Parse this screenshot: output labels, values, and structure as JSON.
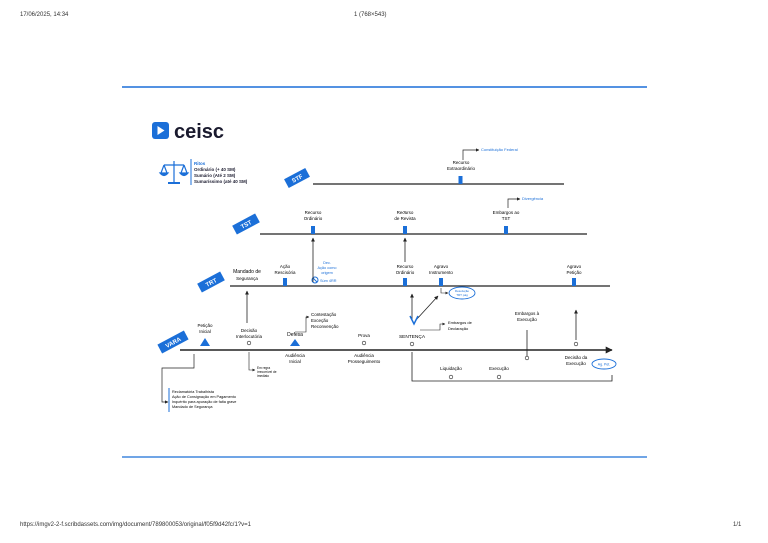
{
  "header": {
    "datetime": "17/06/2025, 14:34",
    "page_title": "1 (768×543)"
  },
  "footer": {
    "url": "https://imgv2-2-f.scribdassets.com/img/document/789800053/original/f05f9d42fc/1?v=1",
    "page": "1/1"
  },
  "brand": {
    "logo_text": "ceisc",
    "color": "#1b6fd8"
  },
  "legend": {
    "title": "Ritos",
    "items": [
      "Ordinário (+ 40 SM)",
      "Sumário (Até 2 SM)",
      "Sumaríssimo (até 40 SM)"
    ]
  },
  "courts": {
    "stf": "STF",
    "tst": "TST",
    "trt": "TRT",
    "vara": "VARA"
  },
  "stf": {
    "constituicao": "Constituição Federal",
    "recurso_extraordinario": [
      "Recurso",
      "Extraordinário"
    ]
  },
  "tst": {
    "recurso_ordinario": [
      "Recurso",
      "Ordinário"
    ],
    "recurso_revista": [
      "Recurso",
      "de Revista"
    ],
    "embargos_tst": [
      "Embargos ao",
      "TST"
    ],
    "divergencia": "Divergência"
  },
  "trt": {
    "mandado_seguranca": [
      "Mandado de",
      "Segurança"
    ],
    "acao_rescisoria": [
      "Ação",
      "Rescisória"
    ],
    "note_lines": [
      "Dec.",
      "Ação como",
      "origem",
      "Súm 4RR"
    ],
    "recurso_ordinario": [
      "Recurso",
      "Ordinário"
    ],
    "agravo_instrumento": [
      "Agravo",
      "Instrumento"
    ],
    "agravo_peticao": [
      "Agravo",
      "Petição"
    ],
    "bubble": [
      "Resolução",
      "TRT pág"
    ]
  },
  "vara": {
    "peticao_inicial": [
      "Petição",
      "Inicial"
    ],
    "decisao_interlocutoria": [
      "Decisão",
      "Interlocutória"
    ],
    "defesa": "Defesa",
    "contestacao": [
      "Contestação",
      "Exceção",
      "Reconvenção"
    ],
    "audiencia_inicial": [
      "Audiência",
      "Inicial"
    ],
    "prova": "Prova",
    "audiencia_prosseguimento": [
      "Audiência",
      "Prosseguimento"
    ],
    "sentenca": "SENTENÇA",
    "embargos_declaracao": [
      "Embargos de",
      "Declaração"
    ],
    "embargos_execucao": [
      "Embargos à",
      "Execução"
    ],
    "decisao_execucao": [
      "Decisão da",
      "Execução"
    ],
    "bubble": "Ag. Pet.",
    "liquidacao": "Liquidação",
    "execucao": "Execução",
    "small_note": [
      "Em regra",
      "irrecorrível de",
      "imediato"
    ],
    "bottom_list": [
      "Reclamatória Trabalhista",
      "Ação de Consignação em Pagamento",
      "Inquérito para apuração de falta grave",
      "Mandado de Segurança"
    ]
  }
}
